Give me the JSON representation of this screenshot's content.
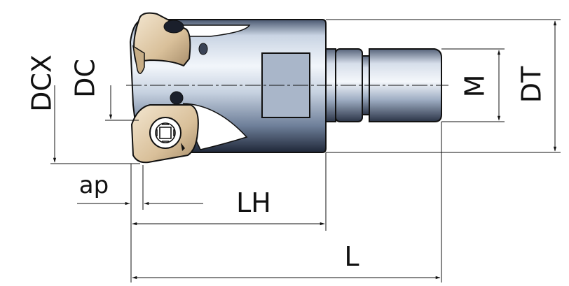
{
  "labels": {
    "dcx": "DCX",
    "dc": "DC",
    "m": "M",
    "dt": "DT",
    "ap": "ap",
    "lh": "LH",
    "l": "L"
  },
  "colors": {
    "body_light": "#e8eef6",
    "body_mid": "#8aa0bc",
    "body_dark": "#2a3346",
    "insert": "#e6d2b4",
    "line": "#111111"
  }
}
